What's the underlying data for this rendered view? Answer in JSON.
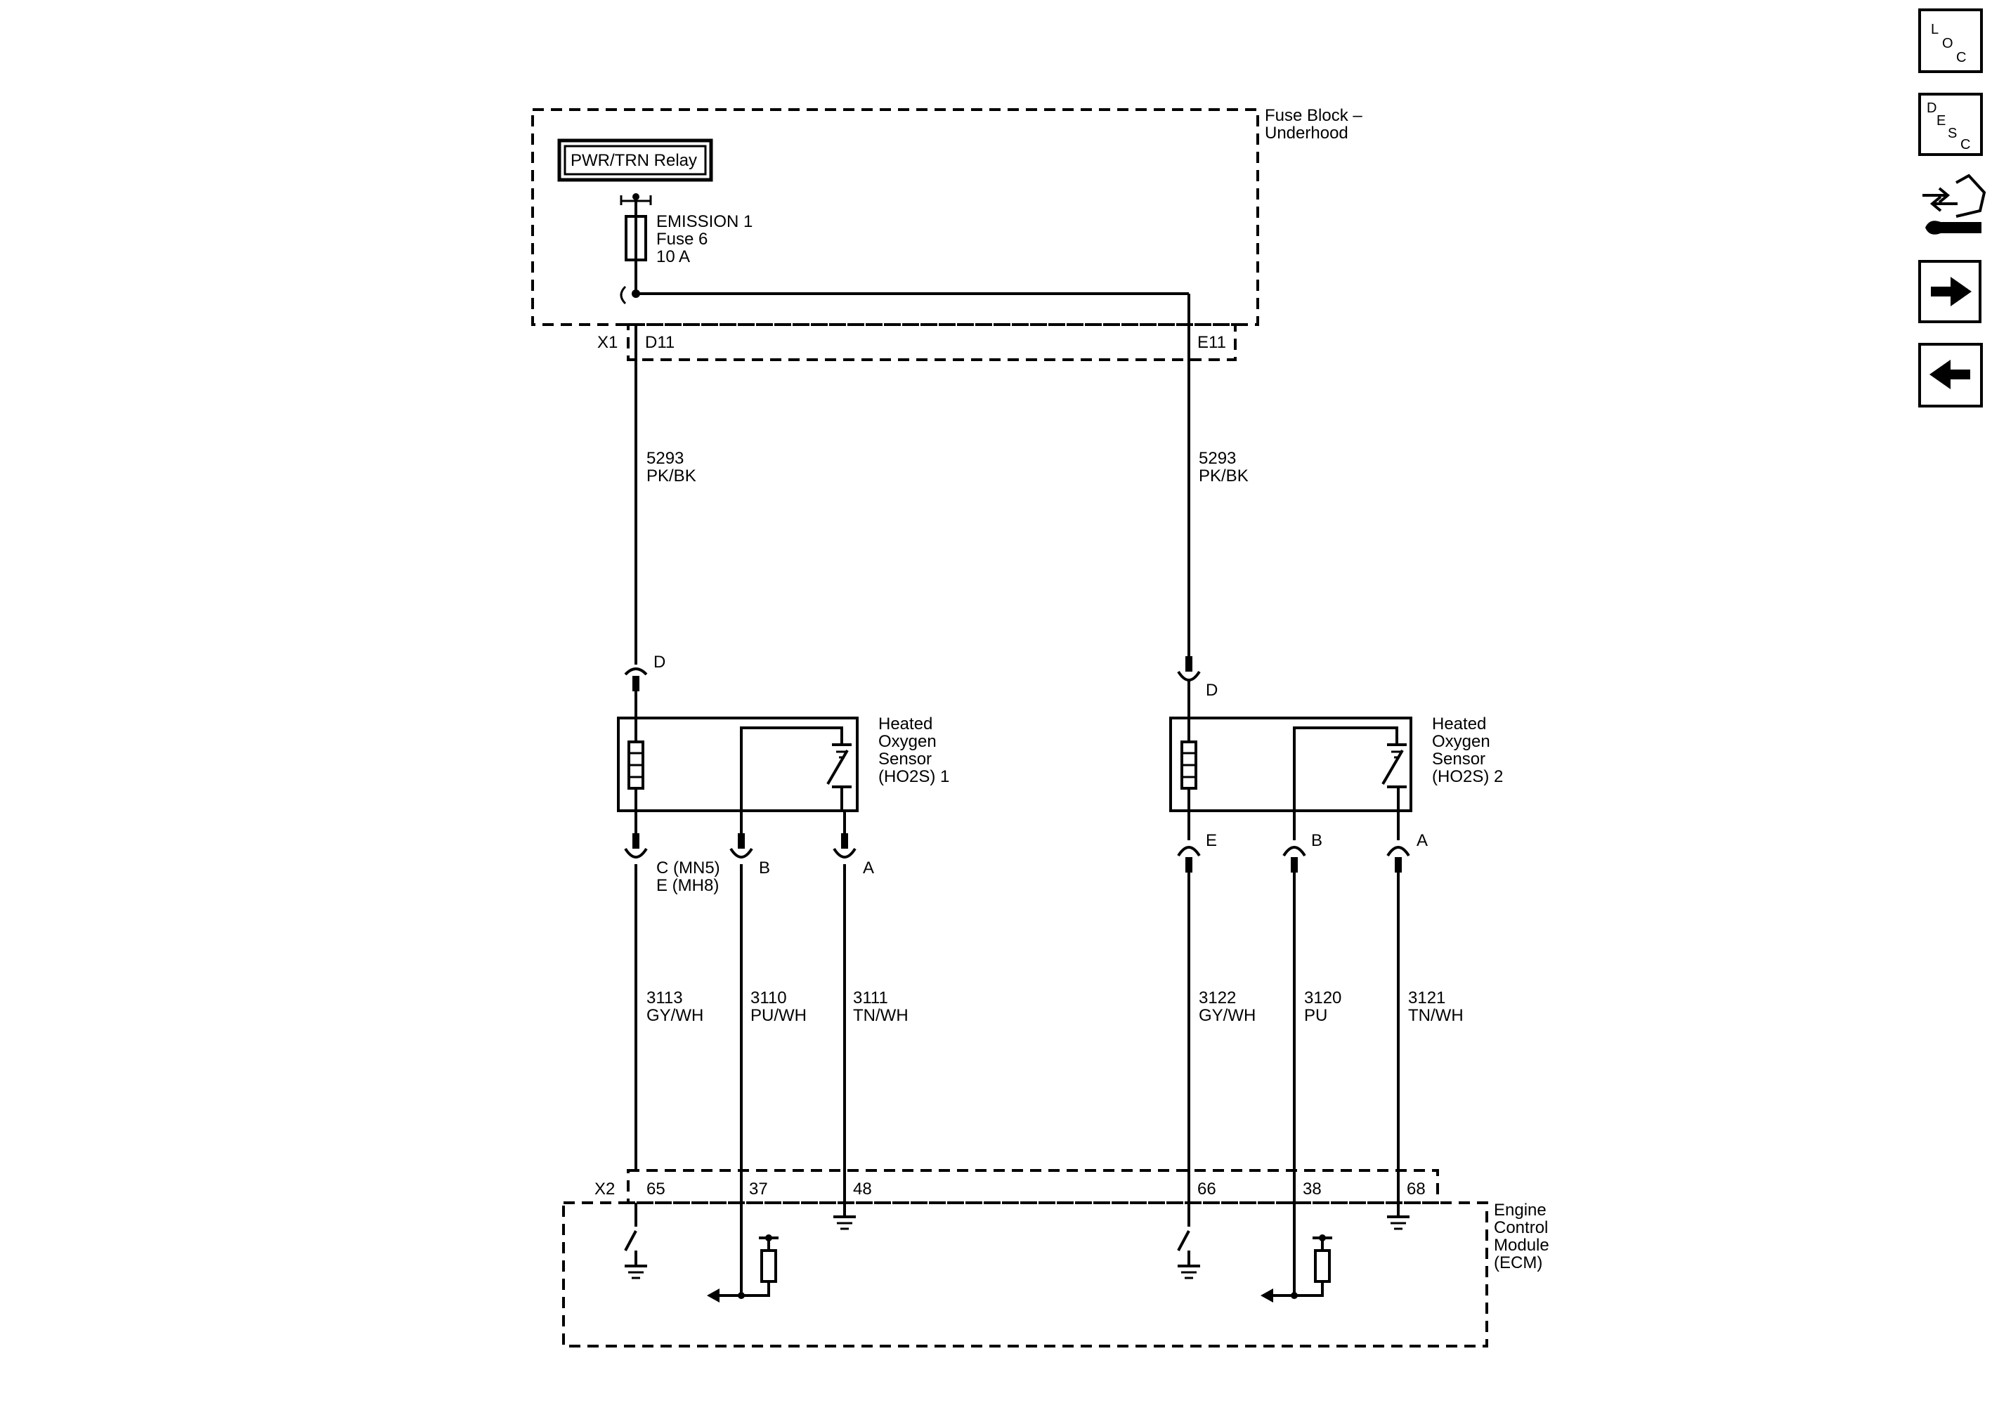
{
  "fuse_block": {
    "title_line1": "Fuse Block –",
    "title_line2": "Underhood",
    "relay_label": "PWR/TRN Relay",
    "fuse_line1": "EMISSION 1",
    "fuse_line2": "Fuse 6",
    "fuse_line3": "10 A",
    "connector": "X1",
    "pin_left": "D11",
    "pin_right": "E11"
  },
  "feed_wires": [
    {
      "circuit": "5293",
      "color": "PK/BK"
    },
    {
      "circuit": "5293",
      "color": "PK/BK"
    }
  ],
  "sensor1": {
    "name_line1": "Heated",
    "name_line2": "Oxygen",
    "name_line3": "Sensor",
    "name_line4": "(HO2S) 1",
    "pin_top": "D",
    "pin_c_line1": "C (MN5)",
    "pin_c_line2": "E (MH8)",
    "pin_b": "B",
    "pin_a": "A"
  },
  "sensor2": {
    "name_line1": "Heated",
    "name_line2": "Oxygen",
    "name_line3": "Sensor",
    "name_line4": "(HO2S) 2",
    "pin_top": "D",
    "pin_e": "E",
    "pin_b": "B",
    "pin_a": "A"
  },
  "signal_wires": [
    {
      "circuit": "3113",
      "color": "GY/WH"
    },
    {
      "circuit": "3110",
      "color": "PU/WH"
    },
    {
      "circuit": "3111",
      "color": "TN/WH"
    },
    {
      "circuit": "3122",
      "color": "GY/WH"
    },
    {
      "circuit": "3120",
      "color": "PU"
    },
    {
      "circuit": "3121",
      "color": "TN/WH"
    }
  ],
  "ecm": {
    "title_line1": "Engine",
    "title_line2": "Control",
    "title_line3": "Module",
    "title_line4": "(ECM)",
    "connector": "X2",
    "pins": [
      "65",
      "37",
      "48",
      "66",
      "38",
      "68"
    ]
  },
  "nav": {
    "loc": [
      "L",
      "O",
      "C"
    ],
    "desc": [
      "D",
      "E",
      "S",
      "C"
    ],
    "icons": [
      "connector-tools-icon",
      "arrow-right-icon",
      "arrow-left-icon"
    ]
  }
}
